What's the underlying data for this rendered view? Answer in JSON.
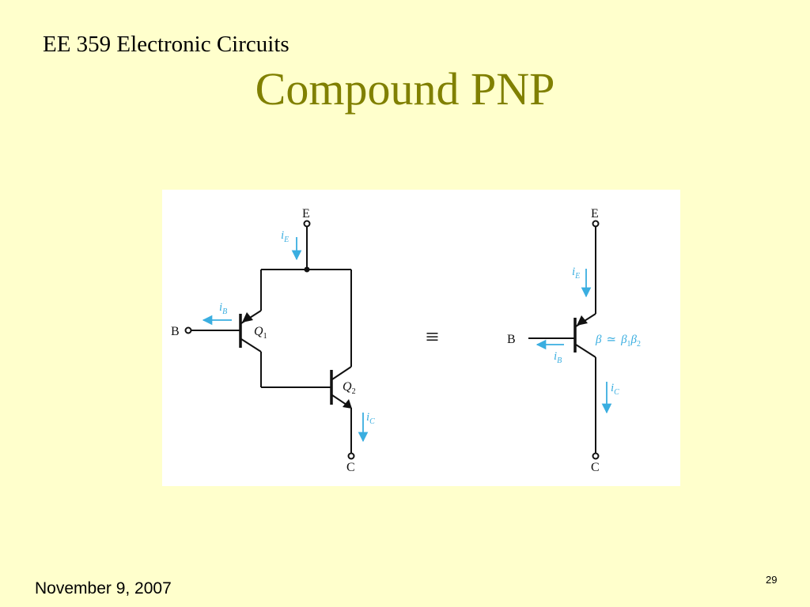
{
  "header": {
    "course": "EE 359 Electronic Circuits"
  },
  "slide": {
    "title": "Compound PNP"
  },
  "footer": {
    "date": "November 9, 2007",
    "page_number": "29"
  },
  "colors": {
    "background": "#ffffcc",
    "title": "#808000",
    "current_arrows": "#3aaee0",
    "wire": "#111111"
  },
  "diagram": {
    "left_circuit": {
      "terminal_e": "E",
      "terminal_b": "B",
      "terminal_c": "C",
      "current_e": {
        "sym": "i",
        "sub": "E"
      },
      "current_b": {
        "sym": "i",
        "sub": "B"
      },
      "current_c": {
        "sym": "i",
        "sub": "C"
      },
      "transistor_1": {
        "sym": "Q",
        "sub": "1"
      },
      "transistor_2": {
        "sym": "Q",
        "sub": "2"
      }
    },
    "equivalence_symbol": "≡",
    "right_circuit": {
      "terminal_e": "E",
      "terminal_b": "B",
      "terminal_c": "C",
      "current_e": {
        "sym": "i",
        "sub": "E"
      },
      "current_b": {
        "sym": "i",
        "sub": "B"
      },
      "current_c": {
        "sym": "i",
        "sub": "C"
      },
      "beta": {
        "lhs": "β",
        "approx": "≃",
        "f1": "β",
        "s1": "1",
        "f2": "β",
        "s2": "2"
      }
    }
  }
}
